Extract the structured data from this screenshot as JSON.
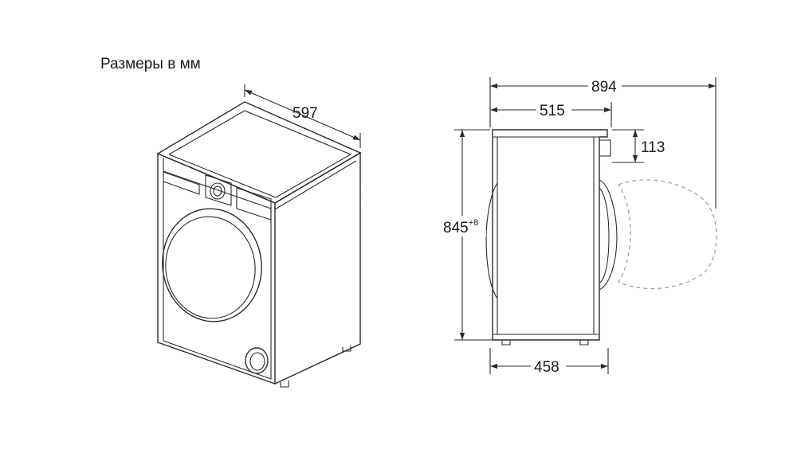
{
  "title": "Размеры в мм",
  "dimensions": {
    "width": "597",
    "depth_total": "894",
    "depth_body": "515",
    "depth_base": "458",
    "door_offset": "113",
    "height": "845",
    "height_tolerance": "+8"
  }
}
